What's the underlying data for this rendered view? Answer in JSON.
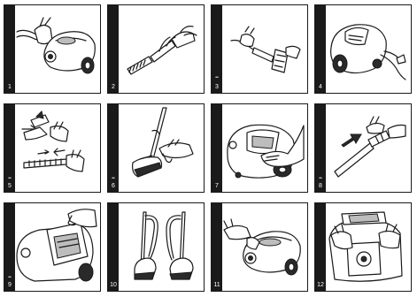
{
  "steps": [
    {
      "number": "1",
      "icon": "vacuum-hose-connect-illustration"
    },
    {
      "number": "2",
      "icon": "crevice-tool-attach-illustration"
    },
    {
      "number": "3",
      "icon": "handle-tube-connect-illustration",
      "mark": "••"
    },
    {
      "number": "4",
      "icon": "power-cord-illustration"
    },
    {
      "number": "5",
      "icon": "telescopic-tube-adjust-illustration",
      "mark": "••"
    },
    {
      "number": "6",
      "icon": "floor-nozzle-switch-illustration",
      "mark": "••"
    },
    {
      "number": "7",
      "icon": "suction-control-illustration"
    },
    {
      "number": "8",
      "icon": "hose-release-illustration",
      "mark": "••"
    },
    {
      "number": "9",
      "icon": "dust-lid-open-illustration",
      "mark": "••"
    },
    {
      "number": "10",
      "icon": "parking-storage-illustration"
    },
    {
      "number": "11",
      "icon": "carry-handle-illustration"
    },
    {
      "number": "12",
      "icon": "dust-bag-replace-illustration"
    }
  ]
}
